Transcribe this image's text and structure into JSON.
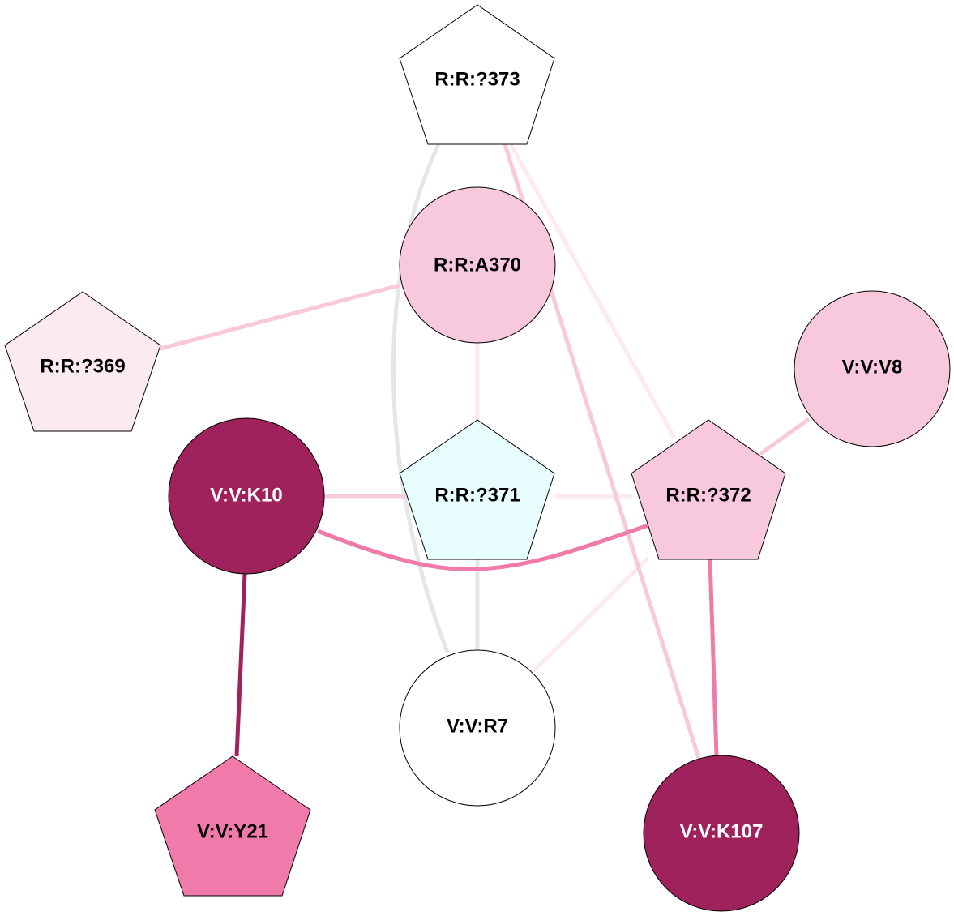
{
  "colors": {
    "gray": "#e6e6e6",
    "light": "#fbeaf2",
    "pale": "#f8c8dc",
    "mid": "#f07aa9",
    "dark": "#a0225d",
    "cyan": "#e8fefe",
    "white": "#ffffff"
  },
  "nodes": {
    "n373": {
      "label": "R:R:?373",
      "shape": "pentagon"
    },
    "a370": {
      "label": "R:R:A370",
      "shape": "circle"
    },
    "n369": {
      "label": "R:R:?369",
      "shape": "pentagon"
    },
    "v8": {
      "label": "V:V:V8",
      "shape": "circle"
    },
    "k10": {
      "label": "V:V:K10",
      "shape": "circle"
    },
    "n371": {
      "label": "R:R:?371",
      "shape": "pentagon"
    },
    "n372": {
      "label": "R:R:?372",
      "shape": "pentagon"
    },
    "r7": {
      "label": "V:V:R7",
      "shape": "circle"
    },
    "y21": {
      "label": "V:V:Y21",
      "shape": "pentagon"
    },
    "k107": {
      "label": "V:V:K107",
      "shape": "circle"
    }
  },
  "edges": [
    {
      "from": "R:R:?373",
      "to": "V:V:R7"
    },
    {
      "from": "R:R:?373",
      "to": "V:V:K107"
    },
    {
      "from": "R:R:?373",
      "to": "R:R:?372"
    },
    {
      "from": "R:R:A370",
      "to": "R:R:?369"
    },
    {
      "from": "R:R:A370",
      "to": "R:R:?371"
    },
    {
      "from": "V:V:V8",
      "to": "R:R:?372"
    },
    {
      "from": "V:V:K10",
      "to": "R:R:?371"
    },
    {
      "from": "R:R:?371",
      "to": "R:R:?372"
    },
    {
      "from": "V:V:K10",
      "to": "R:R:?372"
    },
    {
      "from": "R:R:?371",
      "to": "V:V:R7"
    },
    {
      "from": "R:R:?372",
      "to": "V:V:R7"
    },
    {
      "from": "R:R:?372",
      "to": "V:V:K107"
    },
    {
      "from": "V:V:K10",
      "to": "V:V:Y21"
    }
  ]
}
